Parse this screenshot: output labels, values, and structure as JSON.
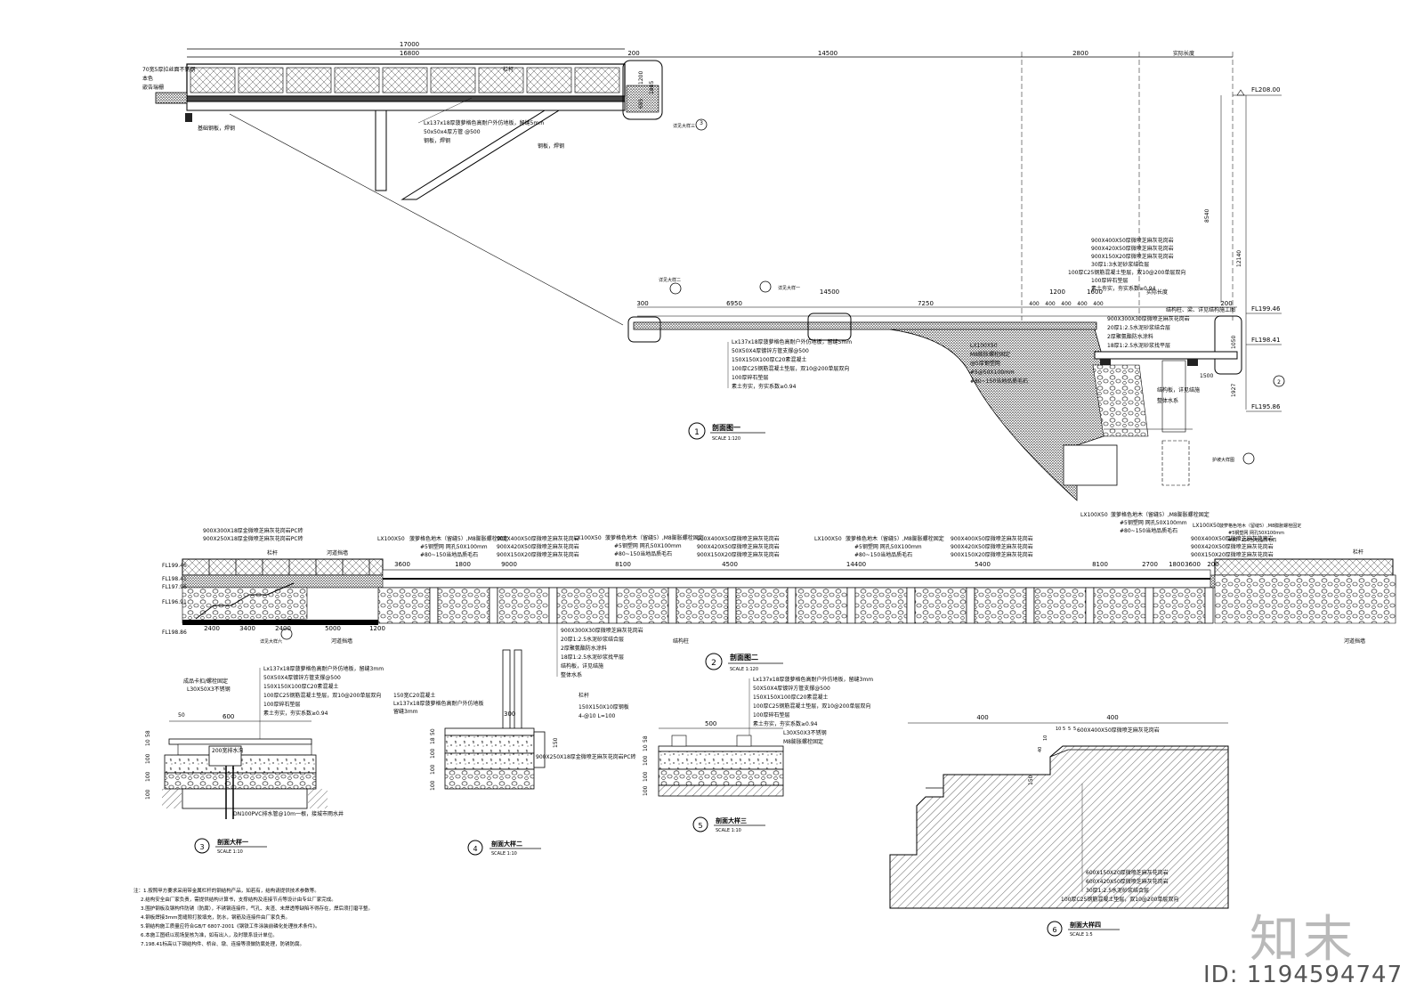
{
  "dims_top": [
    "17000",
    "16800",
    "200",
    "14500",
    "2800",
    "实际长度"
  ],
  "dims_mid": [
    "300",
    "6950",
    "14500",
    "7250",
    "1200",
    "1600",
    "400",
    "400",
    "400",
    "400",
    "400",
    "实际长度",
    "200"
  ],
  "level_marks": [
    "FL208.00",
    "FL199.46",
    "FL198.41",
    "FL195.86"
  ],
  "vertical_dims": [
    "1200",
    "1885",
    "695",
    "8540",
    "12140",
    "1050",
    "1927",
    "1500"
  ],
  "top_left_notes": [
    "70宽5厚拉丝面不锈钢",
    "本色",
    "嵌告瑞栅",
    "栏杆",
    "基础钢板，焊钢"
  ],
  "top_mid_notes": [
    "Lx137x18厚菠萝格色高耐户外仿地板，留缝5mm",
    "50x50x4厚方管 @500",
    "钢板，焊钢",
    "钢板，焊钢"
  ],
  "marker_refs": [
    "详见大样三",
    "3",
    "2"
  ],
  "sec1_left_notes": [
    "Lx137x18厚菠萝格色高耐户外仿地板，留缝5mm",
    "50X50X4厚镀锌方管支撑@500",
    "150X150X100厚C20素混凝土",
    "100厚C25钢筋混凝土垫层，双10@200单层双向",
    "100厚碎石垫层",
    "素土夯实，夯实系数≥0.94"
  ],
  "sec1_right_notes": [
    "900X400X50厚微喷芝麻灰花岗岩",
    "900X420X50厚微喷芝麻灰花岗岩",
    "900X150X20厚微喷芝麻灰花岗岩",
    "30厚1:3水泥砂浆结合层",
    "100厚C25钢筋混凝土垫层，双10@200单层双向",
    "100厚碎石垫层",
    "素土夯实，夯实系数≥0.94"
  ],
  "sec1_mid_notes": [
    "LX100X50",
    "M8膨胀螺栓固定",
    "@5厚钢塑网",
    "#5@50X100mm",
    "#80~150当地品质毛石"
  ],
  "sec1_right_side": [
    "结构柱、梁、详见结构施工图",
    "900X300X30厚微喷芝麻灰花岗岩",
    "20厚1:2.5水泥砂浆结合层",
    "2厚聚氨酯防水涂料",
    "18厚1:2.5水泥砂浆找平层",
    "结构板，详见结施",
    "整体水系"
  ],
  "sec1_marker_refs": [
    "详见大样一",
    "详见大样二",
    "护坡大样图"
  ],
  "sec1_title": "剖面图一",
  "sec1_num": "1",
  "sec1_scale": "SCALE 1:120",
  "sec2_left_notes": [
    "900X300X18厚金微喷芝麻灰花岗岩PC砖",
    "900X250X18厚金微喷芝麻灰花岗岩PC砖",
    "栏杆",
    "河道挡墙"
  ],
  "sec2_levels": [
    "FL199.46",
    "FL198.41",
    "FL197.96",
    "FL196.91",
    "FL198.86"
  ],
  "sec2_bottom_dims": [
    "2400",
    "3400",
    "2400",
    "5000",
    "1200"
  ],
  "sec2_top_dims": [
    "3600",
    "1800",
    "9000",
    "8100",
    "4500",
    "14400",
    "5400",
    "8100",
    "2700",
    "1800",
    "3600",
    "200"
  ],
  "sec2_notes_a": [
    "LX100X50",
    "菠萝格色地木（留缝5）,M8膨胀螺栓固定",
    "#5钢塑网 网孔50X100mm",
    "#80~150当地品质毛石"
  ],
  "sec2_notes_b": [
    "900X400X50厚微喷芝麻灰花岗岩",
    "900X420X50厚微喷芝麻灰花岗岩",
    "900X150X20厚微喷芝麻灰花岗岩"
  ],
  "sec2_notes_bottom": [
    "900X300X30厚微喷芝麻灰花岗岩",
    "20厚1:2.5水泥砂浆结合层",
    "2厚聚氨酯防水涂料",
    "18厚1:2.5水泥砂浆找平层",
    "结构板，详见结施",
    "整体水系"
  ],
  "sec2_labels": [
    "结构柱",
    "河道挡墙",
    "栏杆",
    "详见大样六"
  ],
  "sec2_title": "剖面图二",
  "sec2_num": "2",
  "sec2_scale": "SCALE 1:120",
  "d3_notes": [
    "成品卡扣/螺栓固定",
    "L30X50X3不锈钢",
    "Lx137x18厚菠萝格色高耐户外仿地板，留缝3mm",
    "50X50X4厚镀锌方管支撑@500",
    "150X150X100厚C20素混凝土",
    "100厚C25钢筋混凝土垫层，双10@200单层双向",
    "100厚碎石垫层",
    "素土夯实，夯实系数≥0.94"
  ],
  "d3_dims": [
    "50",
    "600",
    "200宽排水沟",
    "58",
    "10",
    "100",
    "100",
    "100",
    "DN100PVC排水管@10m一根，接城市雨水井"
  ],
  "d3_title": "剖面大样一",
  "d3_num": "3",
  "d3_scale": "SCALE 1:10",
  "d4_notes": [
    "150宽C20混凝土",
    "Lx137x18厚菠萝格色高耐户外仿地板",
    "留缝3mm",
    "栏杆",
    "150X150X10厚钢板",
    "4-@10 L=100",
    "900X250X18厚金微喷芝麻灰花岗岩PC砖"
  ],
  "d4_dims": [
    "300",
    "50",
    "18",
    "100",
    "100",
    "100",
    "100",
    "150",
    "150",
    "18"
  ],
  "d4_title": "剖面大样二",
  "d4_num": "4",
  "d4_scale": "SCALE 1:10",
  "d5_notes": [
    "Lx137x18厚菠萝格色高耐户外仿地板，留缝3mm",
    "50X50X4厚镀锌方管支撑@500",
    "150X150X100厚C20素混凝土",
    "100厚C25钢筋混凝土垫层，双10@200单层双向",
    "100厚碎石垫层",
    "素土夯实，夯实系数≥0.94",
    "L30X50X3不锈钢",
    "M8膨胀螺栓固定"
  ],
  "d5_dims": [
    "500",
    "58",
    "10",
    "100",
    "100",
    "100"
  ],
  "d5_title": "剖面大样三",
  "d5_num": "5",
  "d5_scale": "SCALE 1:10",
  "d6_notes": [
    "600X400X50厚微喷芝麻灰花岗岩",
    "600X150X20厚微喷芝麻灰花岗岩",
    "600X420X50厚微喷芝麻灰花岗岩",
    "30厚1:2.5水泥砂浆结合层",
    "100厚C25钢筋混凝土垫层，双10@200单层双向"
  ],
  "d6_dims": [
    "400",
    "400",
    "10",
    "5",
    "5",
    "5",
    "40",
    "10",
    "150"
  ],
  "d6_title": "剖面大样四",
  "d6_num": "6",
  "d6_scale": "SCALE 1:5",
  "footnotes": [
    "注：1.按照甲方要求采用带金属栏杆的钢结构产品，如若有，结构请提供技术参数等。",
    "2.结构安全由厂家负责，需提供结构计算书，支撑结构及连接节点等设计由专业厂家完成。",
    "3.围护钢板及钢构件防锈（防腐），不锈钢连接件，气孔、夹渣、未焊透等缺陷不得存在，焊后须打磨平整。",
    "4.钢板焊接3mm宽缝隙打胶填充，防水，钢筋及连接件由厂家负责。",
    "5.钢结构施工质量应符合GB/T 6807-2001《钢铁工件涂装前磷化处理技术条件》。",
    "6.本施工图纸以现场复核为准，如有出入，及时联系设计单位。",
    "7.198.41标高以下钢结构件、桥台、墩、连接等须做防腐处理，防锈防腐。"
  ],
  "watermark_logo": "知末",
  "watermark_id": "ID: 1194594747"
}
